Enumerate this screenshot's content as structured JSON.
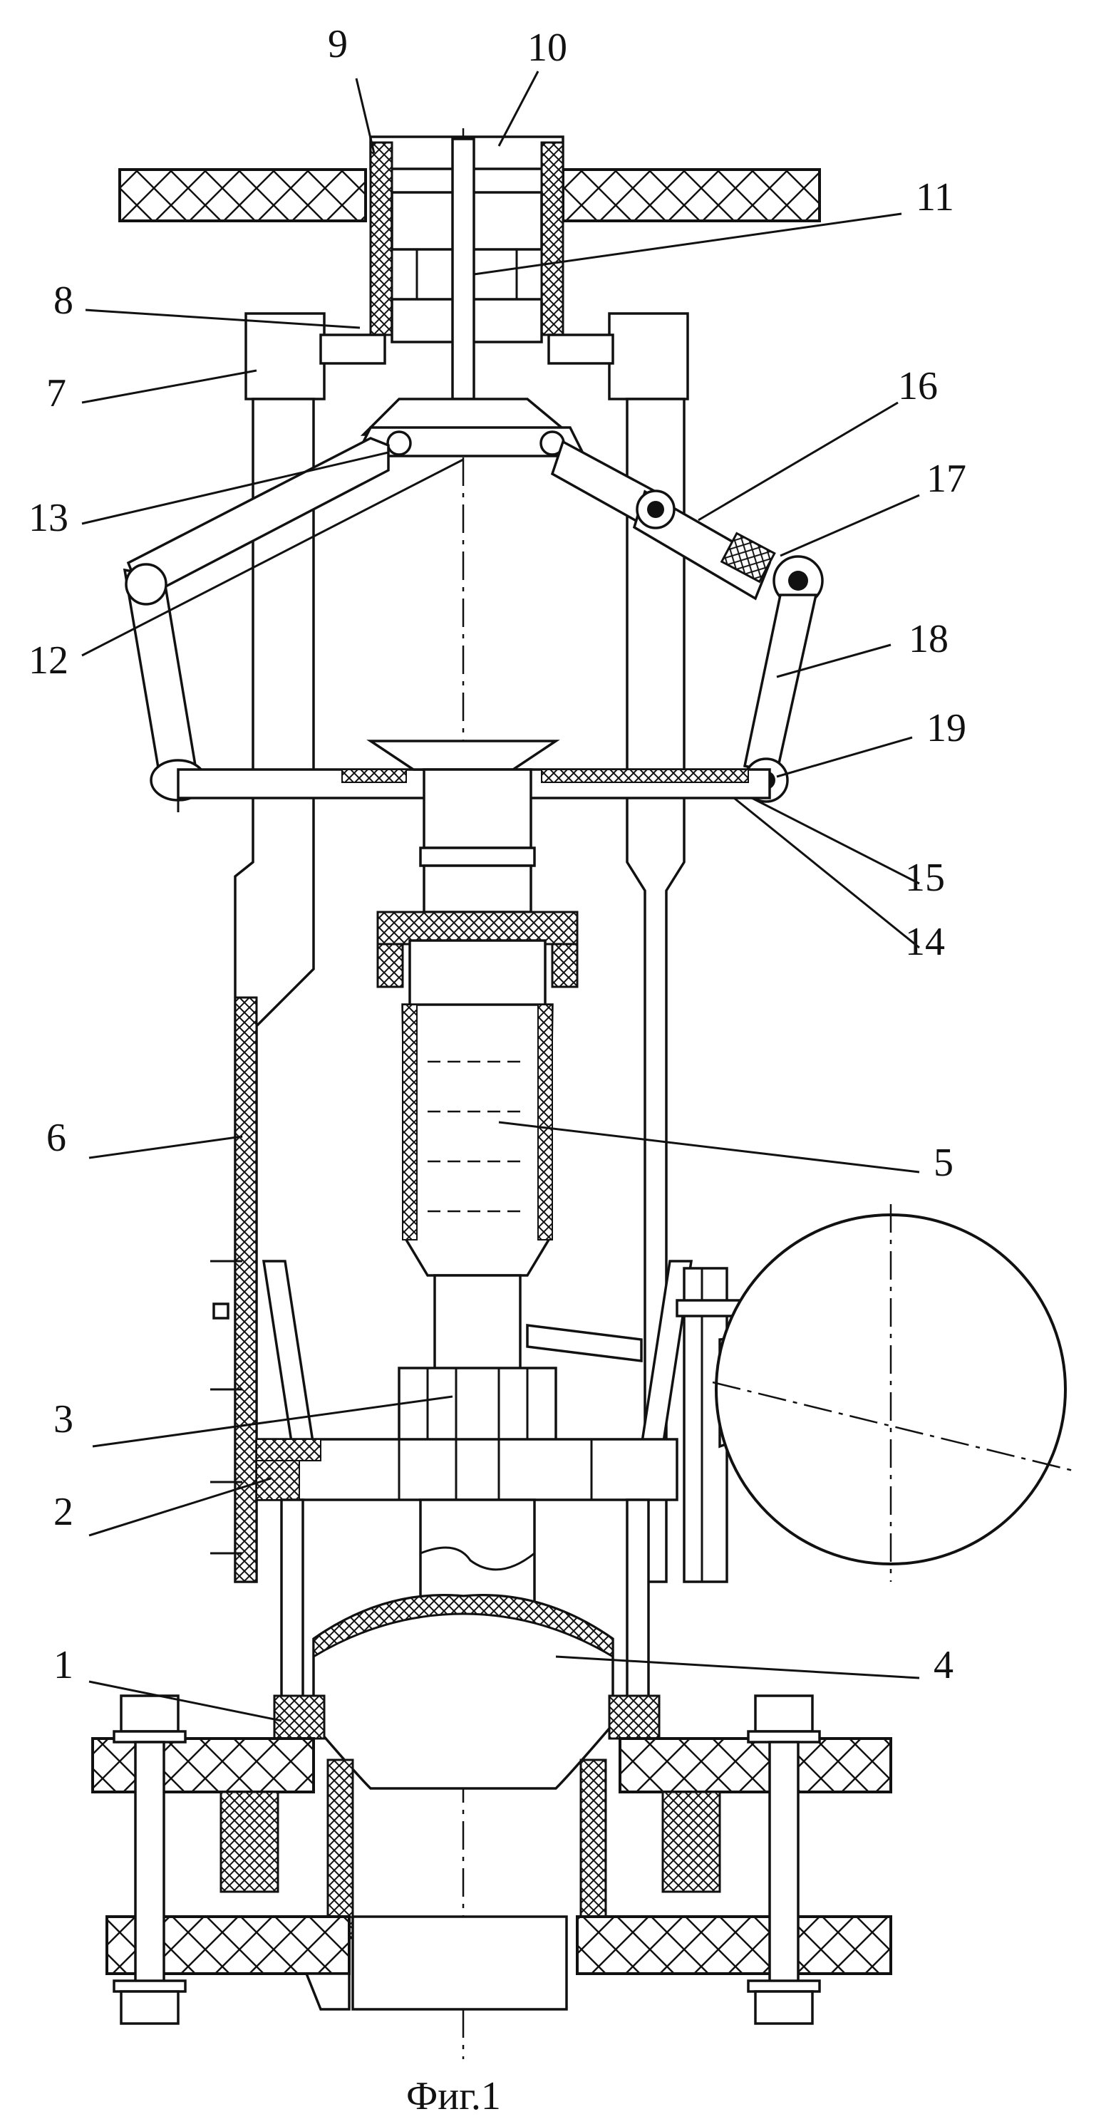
{
  "figure": {
    "caption": "Фиг.1",
    "labels": [
      {
        "id": "1",
        "text": "1"
      },
      {
        "id": "2",
        "text": "2"
      },
      {
        "id": "3",
        "text": "3"
      },
      {
        "id": "4",
        "text": "4"
      },
      {
        "id": "5",
        "text": "5"
      },
      {
        "id": "6",
        "text": "6"
      },
      {
        "id": "7",
        "text": "7"
      },
      {
        "id": "8",
        "text": "8"
      },
      {
        "id": "9",
        "text": "9"
      },
      {
        "id": "10",
        "text": "10"
      },
      {
        "id": "11",
        "text": "11"
      },
      {
        "id": "12",
        "text": "12"
      },
      {
        "id": "13",
        "text": "13"
      },
      {
        "id": "14",
        "text": "14"
      },
      {
        "id": "15",
        "text": "15"
      },
      {
        "id": "16",
        "text": "16"
      },
      {
        "id": "17",
        "text": "17"
      },
      {
        "id": "18",
        "text": "18"
      },
      {
        "id": "19",
        "text": "19"
      }
    ]
  },
  "colors": {
    "ink": "#111111",
    "paper": "#ffffff"
  }
}
